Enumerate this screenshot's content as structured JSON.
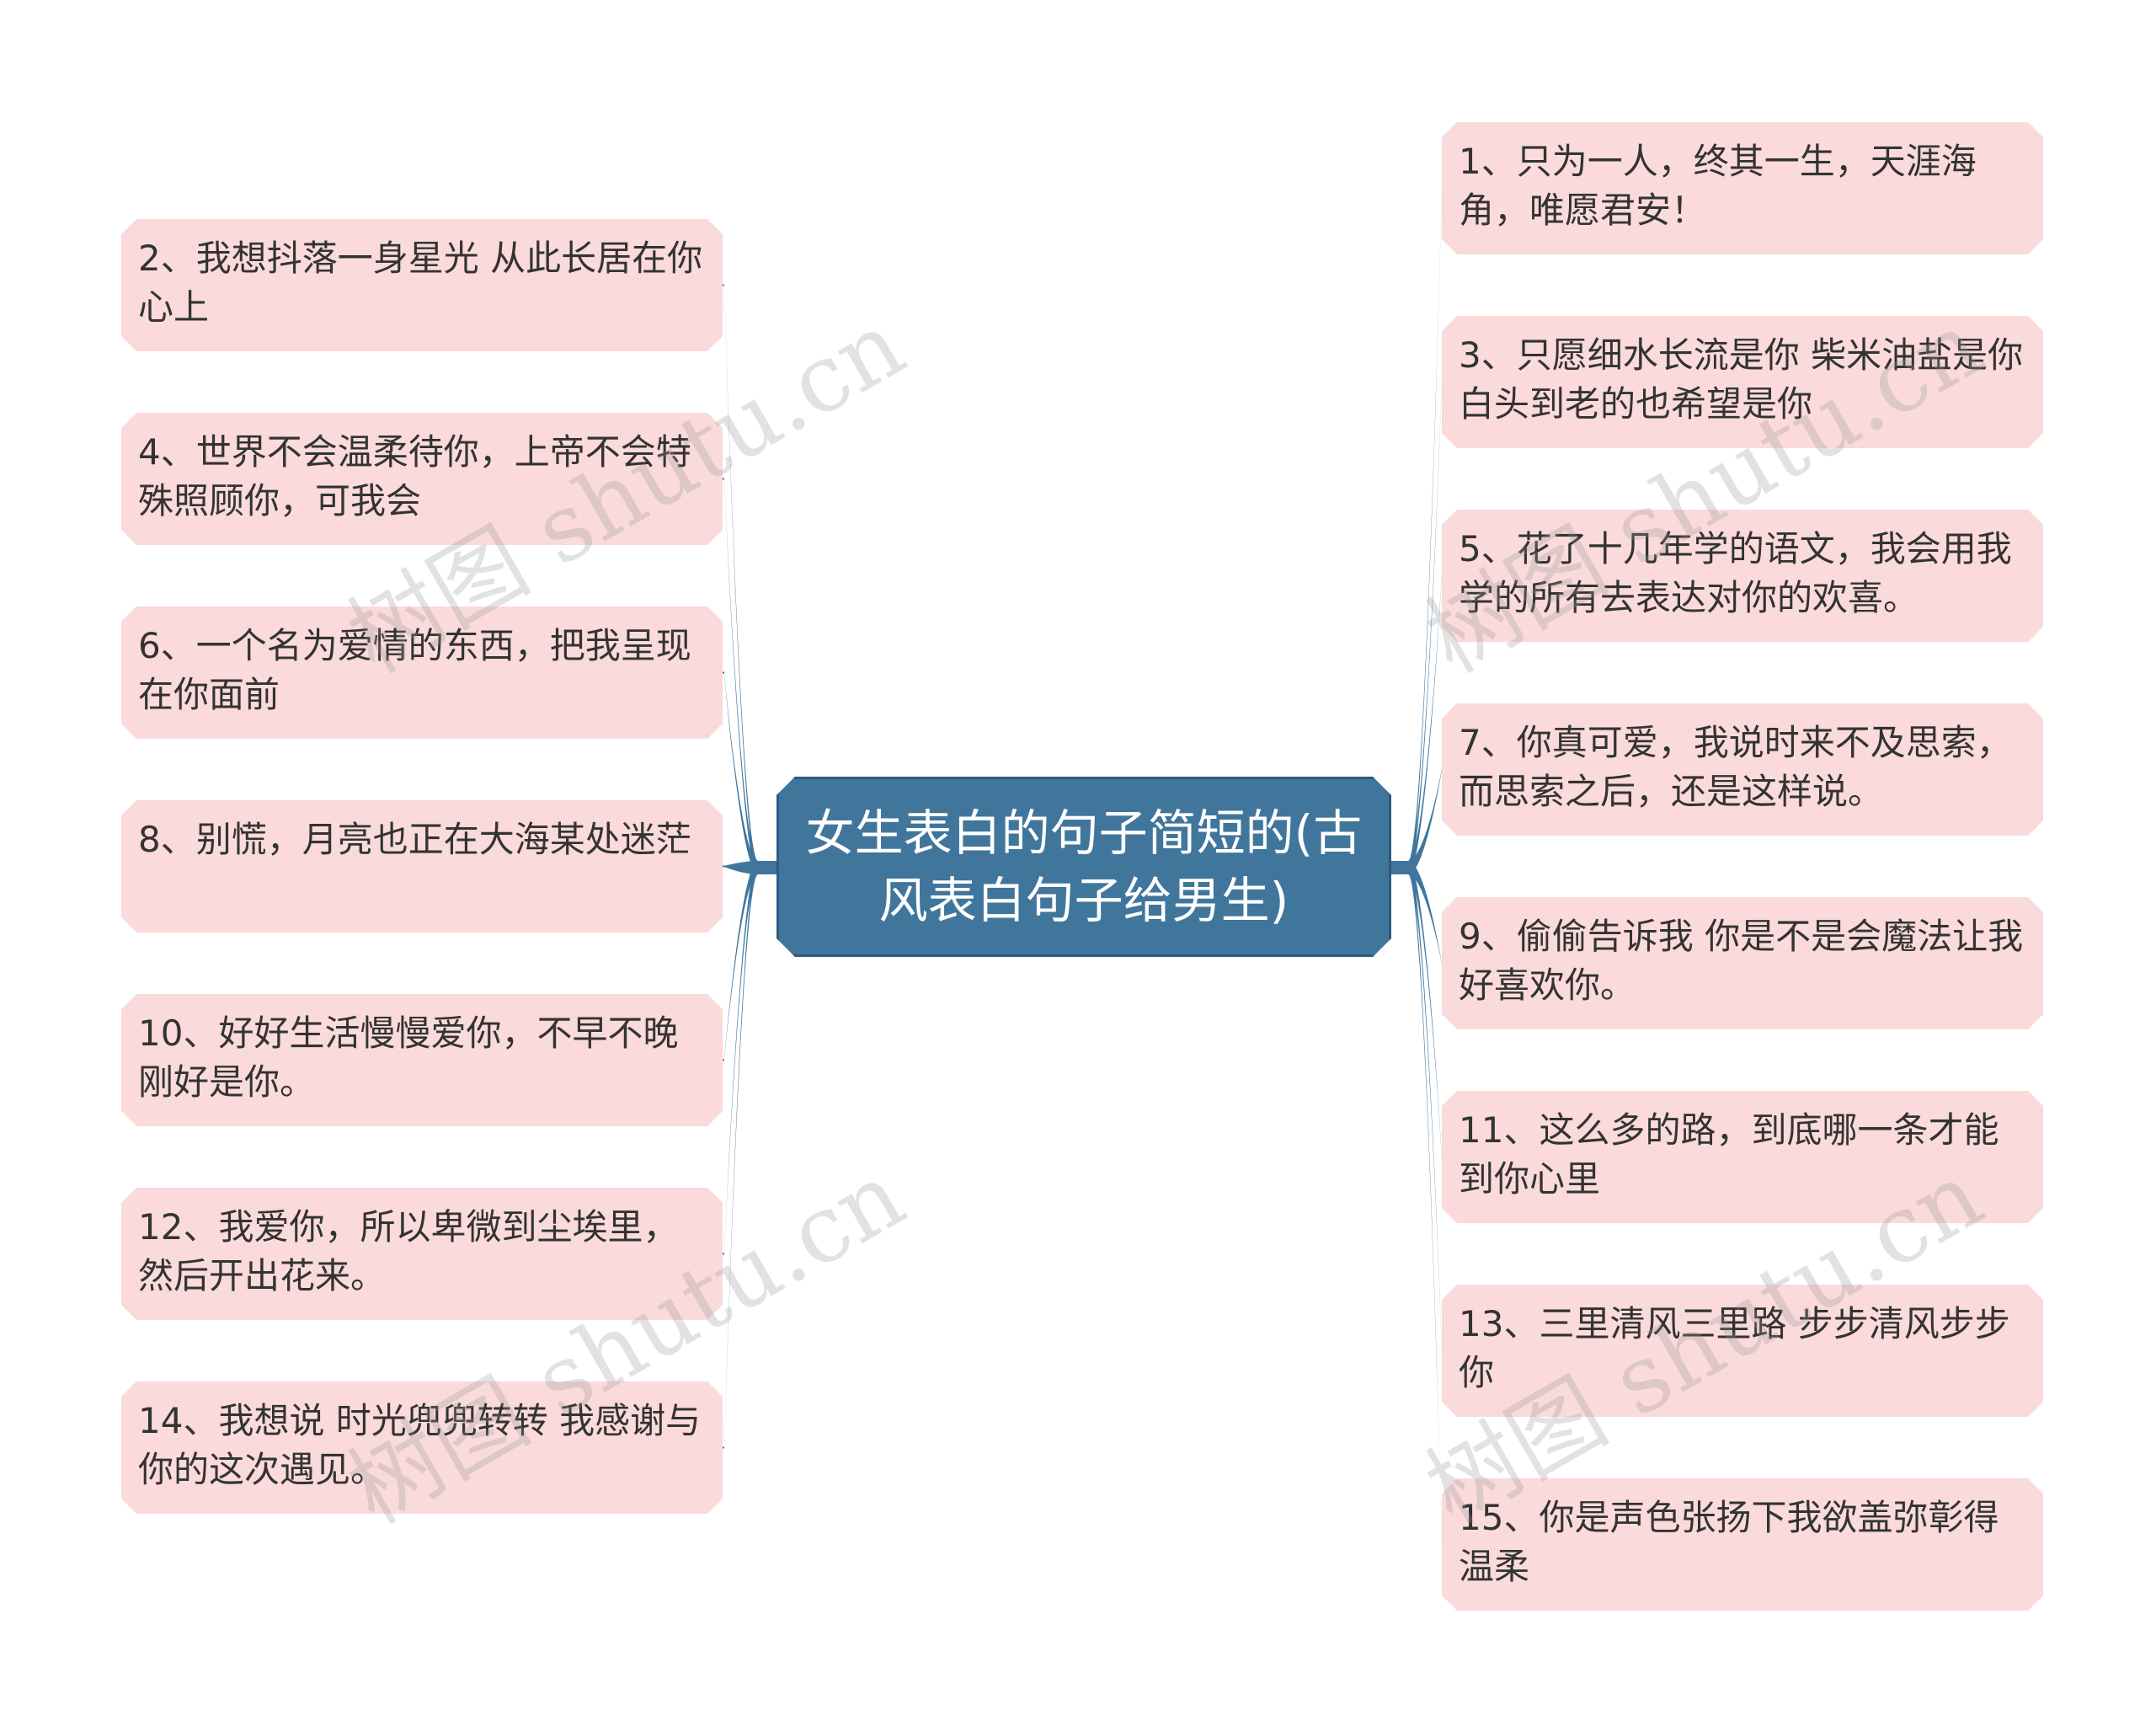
{
  "diagram": {
    "center_title": "女生表白的句子简短的(古风表白句子给男生)",
    "left_nodes": [
      "2、我想抖落一身星光 从此长居在你心上",
      "4、世界不会温柔待你，上帝不会特殊照顾你，可我会",
      "6、一个名为爱情的东西，把我呈现在你面前",
      "8、别慌，月亮也正在大海某处迷茫",
      "10、好好生活慢慢爱你，不早不晚刚好是你。",
      "12、我爱你，所以卑微到尘埃里，然后开出花来。",
      "14、我想说 时光兜兜转转 我感谢与你的这次遇见。"
    ],
    "right_nodes": [
      "1、只为一人，终其一生，天涯海角，唯愿君安！",
      "3、只愿细水长流是你 柴米油盐是你 白头到老的也希望是你",
      "5、花了十几年学的语文，我会用我学的所有去表达对你的欢喜。",
      "7、你真可爱，我说时来不及思索，而思索之后，还是这样说。",
      "9、偷偷告诉我 你是不是会魔法让我好喜欢你。",
      "11、这么多的路，到底哪一条才能到你心里",
      "13、三里清风三里路 步步清风步步你",
      "15、你是声色张扬下我欲盖弥彰得温柔"
    ],
    "watermark_text": "树图 shutu.cn",
    "colors": {
      "center_fill": "#40769c",
      "connector": "#40769c",
      "leaf_fill": "#fadada",
      "leaf_text": "#333333"
    }
  }
}
